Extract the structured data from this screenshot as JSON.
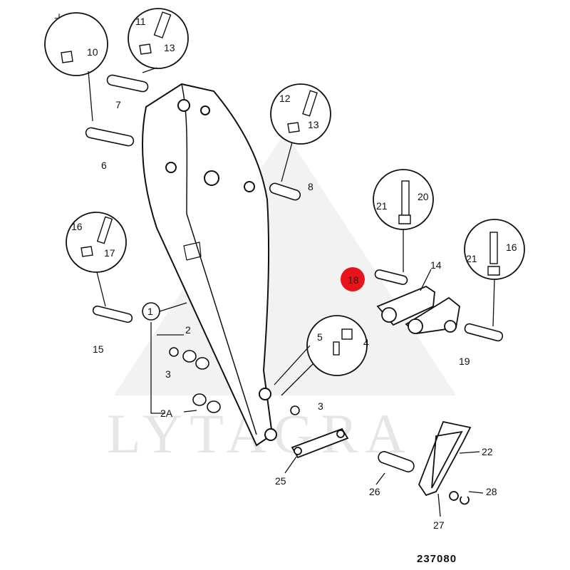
{
  "viewer": {
    "zoom_in_label": "+",
    "zoom_out_label": "−"
  },
  "diagram": {
    "drawing_number": "237080",
    "watermark": "LYTAGRA",
    "highlighted_callout": "18",
    "highlight_color": "#e8141b",
    "callouts": {
      "c1": "1",
      "c2": "2",
      "c2a": "2A",
      "c3a": "3",
      "c3b": "3",
      "c4": "4",
      "c5": "5",
      "c6": "6",
      "c7": "7",
      "c8": "8",
      "c10": "10",
      "c11": "11",
      "c12": "12",
      "c13a": "13",
      "c13b": "13",
      "c14": "14",
      "c15": "15",
      "c16a": "16",
      "c16b": "16",
      "c17": "17",
      "c18": "18",
      "c19": "19",
      "c20": "20",
      "c21a": "21",
      "c21b": "21",
      "c22": "22",
      "c25": "25",
      "c26": "26",
      "c27": "27",
      "c28": "28"
    }
  }
}
